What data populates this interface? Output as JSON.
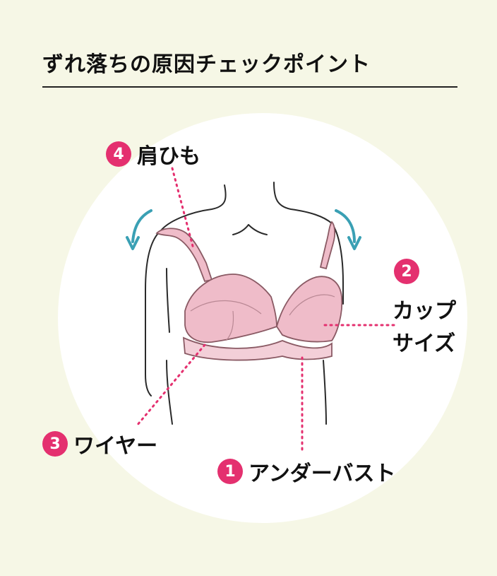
{
  "title": "ずれ落ちの原因チェックポイント",
  "colors": {
    "background": "#f6f7e6",
    "circle": "#ffffff",
    "accent": "#e4306f",
    "bra_fill": "#efbcc9",
    "bra_stroke": "#8a5a64",
    "arrow": "#3aa0b4",
    "line": "#2a2a2a"
  },
  "icons": [
    "rotate-arrow-left-icon",
    "rotate-arrow-right-icon"
  ],
  "callouts": {
    "strap": {
      "number": "4",
      "label": "肩ひも"
    },
    "cup": {
      "number": "2",
      "label_line1": "カップ",
      "label_line2": "サイズ"
    },
    "wire": {
      "number": "3",
      "label": "ワイヤー"
    },
    "underbust": {
      "number": "1",
      "label": "アンダーバスト"
    }
  }
}
